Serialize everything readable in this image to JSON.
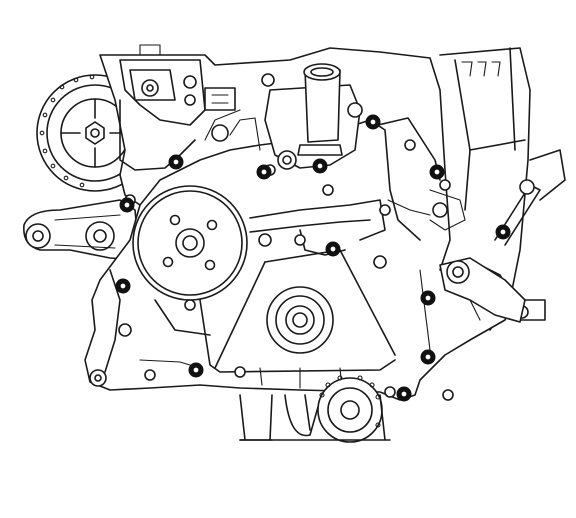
{
  "figure": {
    "style": "line-art technical illustration",
    "line_color": "#1a1a1a",
    "background_color": "#ffffff",
    "highlight_color": "#111111"
  },
  "components": [
    {
      "name": "engine-front-cover"
    },
    {
      "name": "water-pump-pulley"
    },
    {
      "name": "crankshaft-pulley-hub"
    },
    {
      "name": "camshaft-sprocket"
    },
    {
      "name": "thermostat-housing"
    },
    {
      "name": "lower-timing-chain-sprocket"
    }
  ],
  "highlighted_bolt_count": 13
}
